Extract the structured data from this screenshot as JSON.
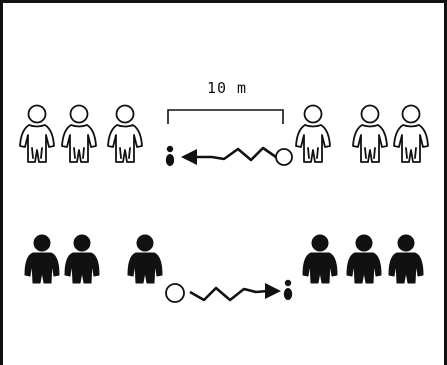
{
  "diagram": {
    "distance_label": "10 m",
    "colors": {
      "frame": "#111111",
      "outline_team": "#111111",
      "solid_team": "#111111",
      "background": "#ffffff"
    },
    "top_row": {
      "team_style": "outline",
      "left_group_count": 3,
      "right_group_count": 3,
      "arrow_direction": "left",
      "path_style": "zigzag"
    },
    "bottom_row": {
      "team_style": "solid",
      "left_group_count": 3,
      "right_group_count": 3,
      "arrow_direction": "right",
      "path_style": "zigzag"
    },
    "icons": [
      "person-outline-icon",
      "person-solid-icon",
      "ball-icon",
      "cone-icon",
      "arrow-icon"
    ]
  }
}
